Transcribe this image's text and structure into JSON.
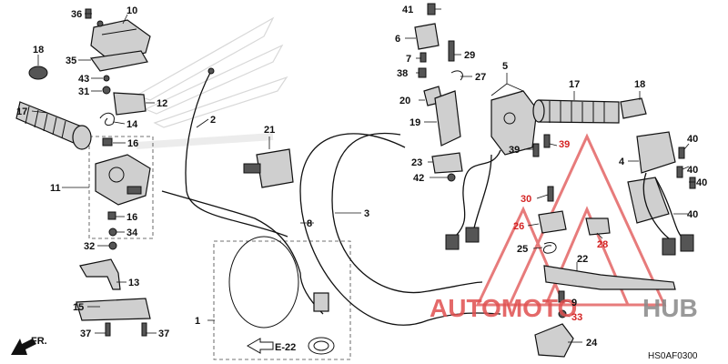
{
  "diagram_code": "HS0AF0300",
  "direction_label": "FR.",
  "reference_label": "E-22",
  "watermark": {
    "brand_left": "AUTOMOTO",
    "brand_right": "HUB",
    "color_red": "#e05050",
    "color_gray": "#888888"
  },
  "callouts_black": [
    "36",
    "10",
    "18",
    "35",
    "43",
    "31",
    "17",
    "12",
    "14",
    "16",
    "11",
    "16",
    "34",
    "32",
    "13",
    "15",
    "37",
    "37",
    "2",
    "21",
    "8",
    "3",
    "1",
    "41",
    "6",
    "29",
    "7",
    "27",
    "38",
    "5",
    "20",
    "19",
    "23",
    "42",
    "39",
    "17",
    "18",
    "4",
    "40",
    "40",
    "40",
    "40",
    "30",
    "26",
    "28",
    "25",
    "22",
    "9",
    "33",
    "24"
  ],
  "callouts_red": [
    "39",
    "39"
  ],
  "colors": {
    "line": "#111111",
    "part_fill": "#cfcfcf",
    "callout_red": "#d42424"
  }
}
